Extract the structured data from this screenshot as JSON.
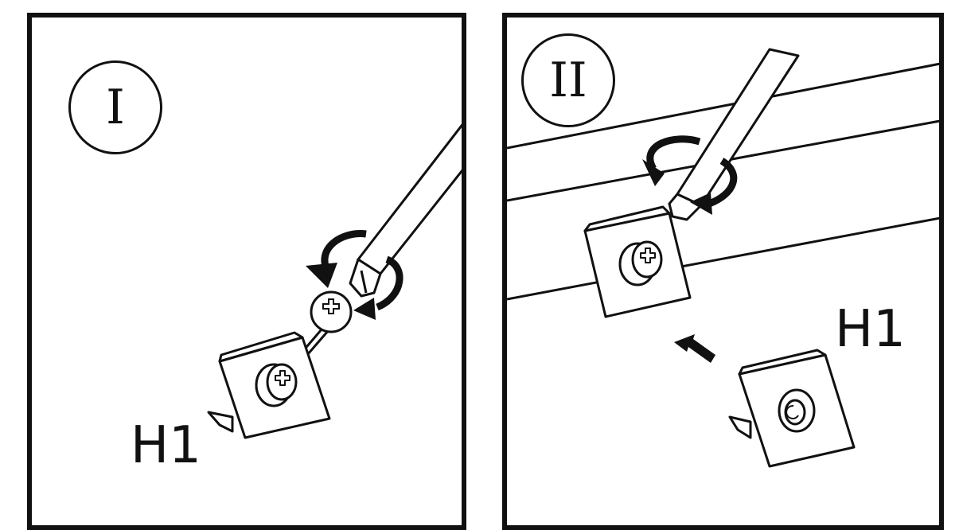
{
  "steps": [
    {
      "number": "I",
      "part_label": "H1"
    },
    {
      "number": "II",
      "part_label": "H1"
    }
  ],
  "icons": [
    "screwdriver-icon",
    "screw-icon",
    "corner-bracket-icon",
    "rotation-arrow-icon",
    "insert-arrow-icon",
    "cam-lock-icon"
  ]
}
